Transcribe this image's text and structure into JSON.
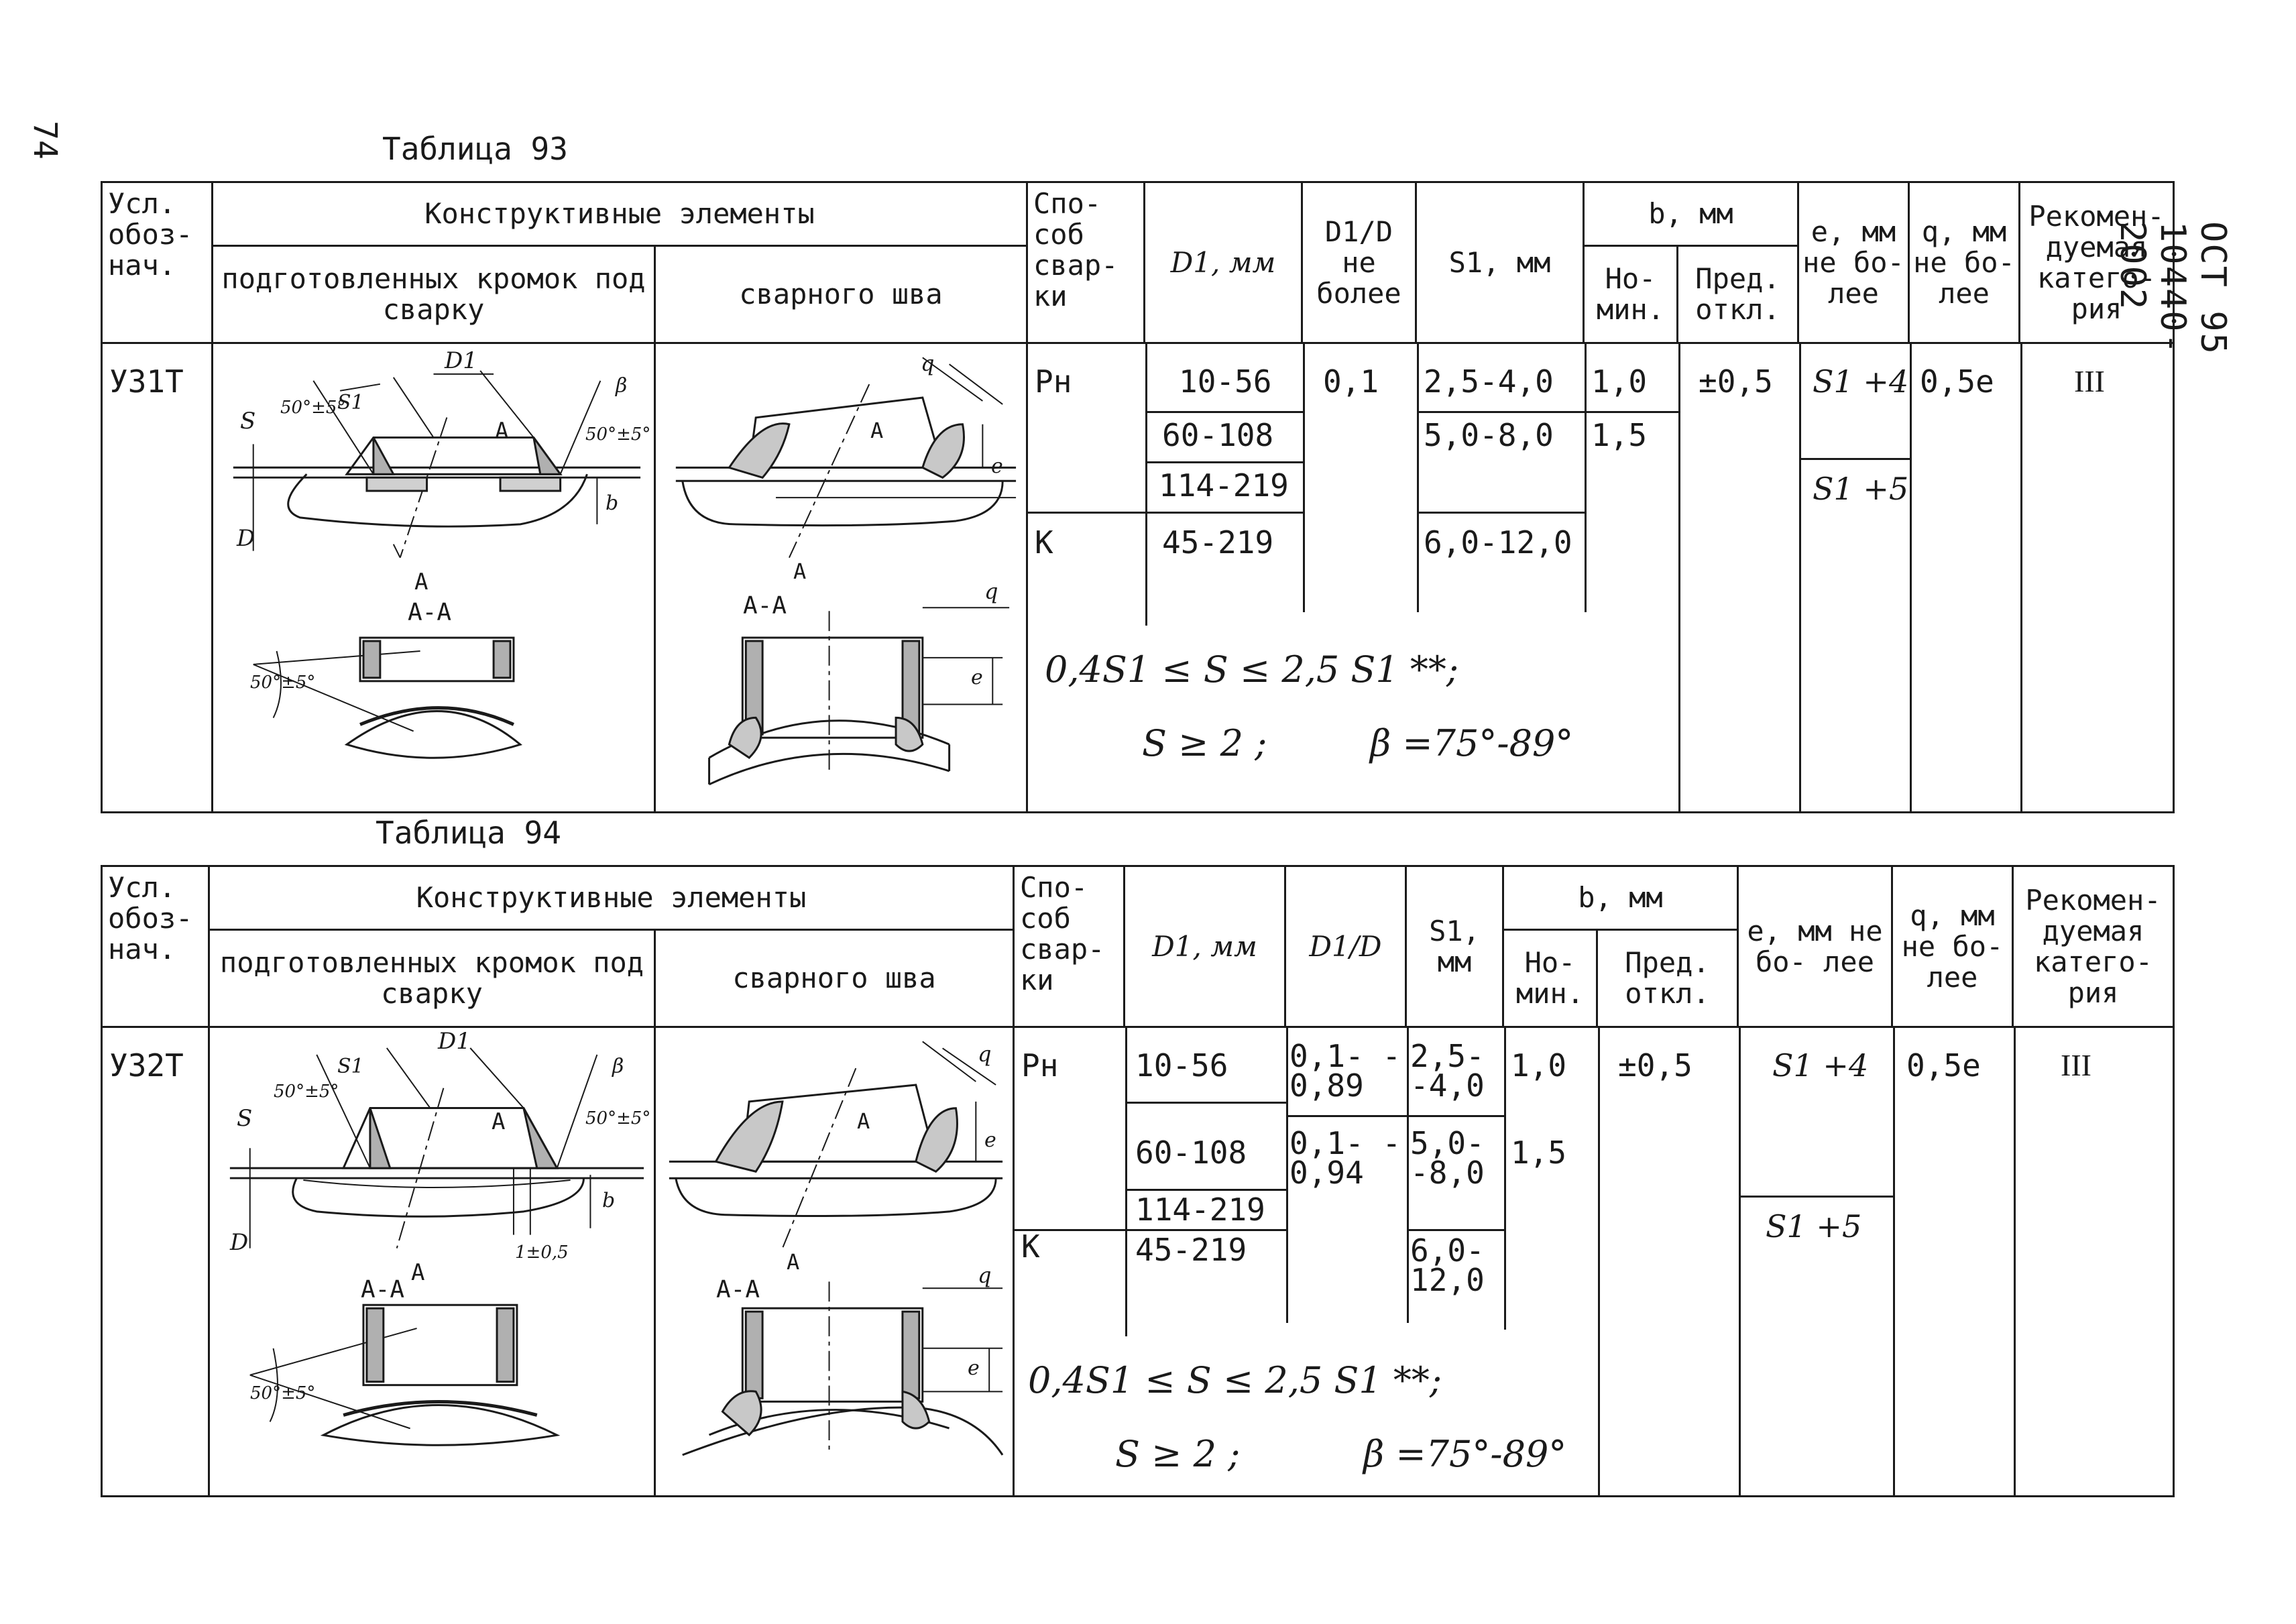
{
  "page_number": "74",
  "side_code": "ОСТ 95 10440-2002",
  "tables": [
    {
      "label": "Таблица 93",
      "headers": {
        "designation": "Усл. обоз- нач.",
        "elements": "Конструктивные элементы",
        "prepared_edges": "подготовленных кромок под сварку",
        "weld_seam": "сварного шва",
        "method": "Спо- соб свар- ки",
        "d1": "D1, мм",
        "d1d": "D1/D не более",
        "s1": "S1, мм",
        "b": "b, мм",
        "b_nom": "Но- мин.",
        "b_dev": "Пред. откл.",
        "e": "e, мм не бо- лее",
        "q": "q, мм не бо- лее",
        "category": "Рекомен- дуемая катего- рия"
      },
      "designation": "У31Т",
      "method_rn": "Рн",
      "method_k": "К",
      "d1_values": [
        "10-56",
        "60-108",
        "114-219",
        "45-219"
      ],
      "d1d_value": "0,1",
      "s1_values": [
        "2,5-4,0",
        "5,0-8,0",
        "6,0-12,0"
      ],
      "b_nom_values": [
        "1,0",
        "1,5"
      ],
      "b_dev": "±0,5",
      "e_values": [
        "S1 +4",
        "S1 +5"
      ],
      "q_value": "0,5e",
      "category_value": "III",
      "formula_line1": "0,4S1 ≤ S ≤ 2,5 S1 **;",
      "formula_line2": "S ≥ 2 ;",
      "formula_beta": "β =75°-89°",
      "section_label": "А-А",
      "drawing_labels": {
        "s": "S",
        "s1": "S1",
        "d1": "D1",
        "d": "D",
        "a": "A",
        "b": "b",
        "beta": "β",
        "angle": "50°±5°",
        "q": "q",
        "e": "e"
      }
    },
    {
      "label": "Таблица 94",
      "headers": {
        "designation": "Усл. обоз- нач.",
        "elements": "Конструктивные элементы",
        "prepared_edges": "подготовленных кромок под сварку",
        "weld_seam": "сварного шва",
        "method": "Спо- соб свар- ки",
        "d1": "D1, мм",
        "d1d": "D1/D",
        "s1": "S1, мм",
        "b": "b, мм",
        "b_nom": "Но- мин.",
        "b_dev": "Пред. откл.",
        "e": "e, мм не бо- лее",
        "q": "q, мм не бо- лее",
        "category": "Рекомен- дуемая катего- рия"
      },
      "designation": "У32Т",
      "method_rn": "Рн",
      "method_k": "К",
      "d1_values": [
        "10-56",
        "60-108",
        "114-219",
        "45-219"
      ],
      "d1d_values": [
        "0,1- -0,89",
        "0,1- -0,94"
      ],
      "s1_values": [
        "2,5- -4,0",
        "5,0- -8,0",
        "6,0- 12,0"
      ],
      "b_nom_values": [
        "1,0",
        "1,5"
      ],
      "b_dev": "±0,5",
      "e_values": [
        "S1 +4",
        "S1 +5"
      ],
      "q_value": "0,5e",
      "category_value": "III",
      "formula_line1": "0,4S1 ≤ S ≤ 2,5 S1 **;",
      "formula_line2": "S ≥ 2 ;",
      "formula_beta": "β =75°-89°",
      "section_label": "А-А",
      "drawing_labels": {
        "s": "S",
        "s1": "S1",
        "d1": "D1",
        "d": "D",
        "a": "A",
        "b": "b",
        "beta": "β",
        "angle": "50°±5°",
        "q": "q",
        "e": "e",
        "gap": "1±0,5"
      }
    }
  ]
}
